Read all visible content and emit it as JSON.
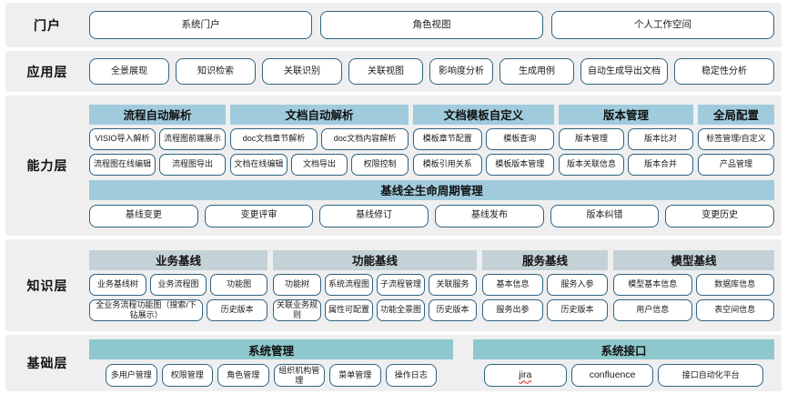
{
  "layers": [
    {
      "id": "portal",
      "label": "门户",
      "items": [
        "系统门户",
        "角色视图",
        "个人工作空间"
      ]
    },
    {
      "id": "application",
      "label": "应用层",
      "items": [
        "全景展现",
        "知识检索",
        "关联识别",
        "关联视图",
        "影响度分析",
        "生成用例",
        "自动生成导出文档",
        "稳定性分析"
      ]
    },
    {
      "id": "capability",
      "label": "能力层",
      "groups": [
        {
          "title": "流程自动解析",
          "rows": [
            [
              "VISIO导入解析",
              "流程图前端展示"
            ],
            [
              "流程图在线编辑",
              "流程图导出"
            ]
          ]
        },
        {
          "title": "文档自动解析",
          "rows": [
            [
              "doc文档章节解析",
              "doc文档内容解析"
            ],
            [
              "文档在线编辑",
              "文档导出",
              "权限控制"
            ]
          ]
        },
        {
          "title": "文档模板自定义",
          "rows": [
            [
              "模板章节配置",
              "模板查询"
            ],
            [
              "模板引用关系",
              "模板版本管理"
            ]
          ]
        },
        {
          "title": "版本管理",
          "rows": [
            [
              "版本管理",
              "版本比对"
            ],
            [
              "版本关联信息",
              "版本合并"
            ]
          ]
        },
        {
          "title": "全局配置",
          "rows": [
            [
              "标签管理/自定义"
            ],
            [
              "产品管理"
            ]
          ]
        }
      ],
      "full_width_band": {
        "title": "基线全生命周期管理",
        "items": [
          "基线变更",
          "变更评审",
          "基线修订",
          "基线发布",
          "版本纠错",
          "变更历史"
        ]
      }
    },
    {
      "id": "knowledge",
      "label": "知识层",
      "groups": [
        {
          "title": "业务基线",
          "rows": [
            [
              "业务基线树",
              "业务流程图",
              "功能图"
            ],
            [
              "全业务流程功能图（搜索/下钻展示）",
              "历史版本"
            ]
          ]
        },
        {
          "title": "功能基线",
          "rows": [
            [
              "功能树",
              "系统流程图",
              "子流程管理",
              "关联服务"
            ],
            [
              "关联业务规则",
              "属性可配置",
              "功能全景图",
              "历史版本"
            ]
          ]
        },
        {
          "title": "服务基线",
          "rows": [
            [
              "基本信息",
              "服务入参"
            ],
            [
              "服务出参",
              "历史版本"
            ]
          ]
        },
        {
          "title": "模型基线",
          "rows": [
            [
              "模型基本信息",
              "数据库信息"
            ],
            [
              "用户信息",
              "表空间信息"
            ]
          ]
        }
      ]
    },
    {
      "id": "foundation",
      "label": "基础层",
      "groups": [
        {
          "title": "系统管理",
          "rows": [
            [
              "多用户管理",
              "权限管理",
              "角色管理",
              "组织机构管理",
              "菜单管理",
              "操作日志"
            ]
          ]
        },
        {
          "title": "系统接口",
          "rows": [
            [
              "jira",
              "confluence",
              "接口自动化平台"
            ]
          ]
        }
      ]
    }
  ],
  "colors": {
    "band_background": "#efefef",
    "pill_border": "#2f6382",
    "capability_header": "#9fcbdd",
    "knowledge_header": "#c4d2d7",
    "foundation_header": "#8ec8cd",
    "page_background": "#ffffff"
  }
}
